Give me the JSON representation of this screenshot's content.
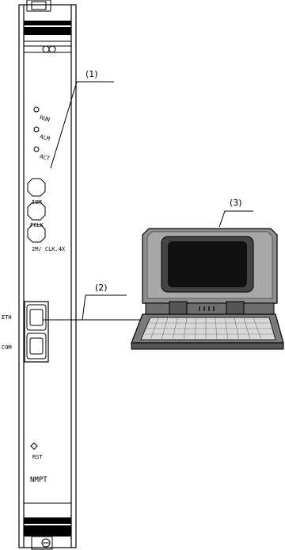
{
  "labels": {
    "callout_1": "(1)",
    "callout_2": "(2)",
    "callout_3": "(3)"
  },
  "board": {
    "leds": [
      "RUN",
      "ALM",
      "ACT"
    ],
    "ports": [
      "IOM",
      "FCLK",
      "2M/ CLK.4X"
    ],
    "jacks": [
      "ETH",
      "COM"
    ],
    "reset": "RST",
    "name": "NMPT"
  },
  "colors": {
    "line": "#000000",
    "laptop_screen": "#111111",
    "laptop_body": "#555555",
    "laptop_light": "#9a9a9a"
  }
}
